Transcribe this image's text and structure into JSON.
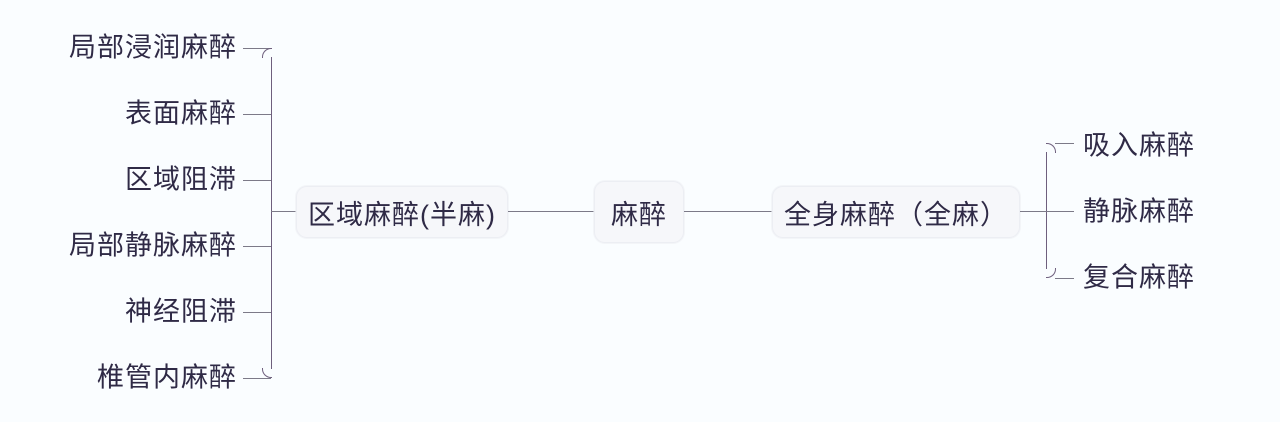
{
  "diagram": {
    "type": "mind-map",
    "root": {
      "label": "麻醉"
    },
    "branches": [
      {
        "side": "left",
        "node": {
          "label": "区域麻醉(半麻)"
        },
        "children": [
          {
            "label": "局部浸润麻醉"
          },
          {
            "label": "表面麻醉"
          },
          {
            "label": "区域阻滞"
          },
          {
            "label": "局部静脉麻醉"
          },
          {
            "label": "神经阻滞"
          },
          {
            "label": "椎管内麻醉"
          }
        ]
      },
      {
        "side": "right",
        "node": {
          "label": "全身麻醉（全麻）"
        },
        "children": [
          {
            "label": "吸入麻醉"
          },
          {
            "label": "静脉麻醉"
          },
          {
            "label": "复合麻醉"
          }
        ]
      }
    ],
    "colors": {
      "background": "#fafdff",
      "text": "#2f2a46",
      "node_fill": "#f6f7fa",
      "node_border": "#eceef3",
      "connector": "#7c7a88",
      "bracket": "#6e5f7d"
    }
  }
}
